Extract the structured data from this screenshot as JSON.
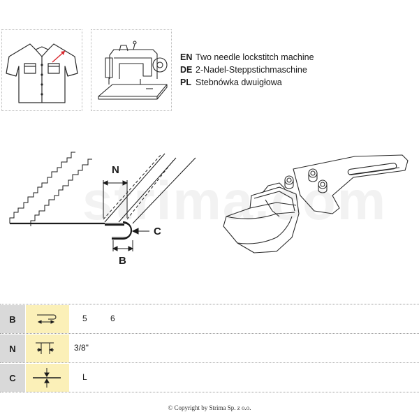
{
  "languages": [
    {
      "code": "EN",
      "text": "Two needle lockstitch machine"
    },
    {
      "code": "DE",
      "text": "2-Nadel-Steppstichmaschine"
    },
    {
      "code": "PL",
      "text": "Stebnówka dwuigłowa"
    }
  ],
  "diagram": {
    "label_n": "N",
    "label_c": "C",
    "label_b": "B"
  },
  "spec_table": [
    {
      "label": "B",
      "icon": "fold-width-icon",
      "values": [
        "5",
        "6"
      ]
    },
    {
      "label": "N",
      "icon": "needle-gauge-icon",
      "values": [
        "3/8\""
      ]
    },
    {
      "label": "C",
      "icon": "material-thickness-icon",
      "values": [
        "L"
      ]
    }
  ],
  "watermark": "strima.com",
  "copyright": "© Copyright by Strima Sp. z o.o."
}
